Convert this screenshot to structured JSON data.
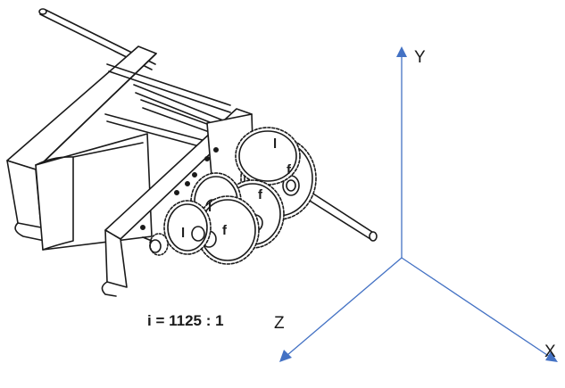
{
  "gearbox": {
    "ratio_text": "i = 1125 : 1",
    "gear_labels": [
      "l",
      "l",
      "f",
      "f",
      "l",
      "f"
    ]
  },
  "axes": {
    "x_label": "X",
    "y_label": "Y",
    "z_label": "Z",
    "color": "#4472c4"
  }
}
